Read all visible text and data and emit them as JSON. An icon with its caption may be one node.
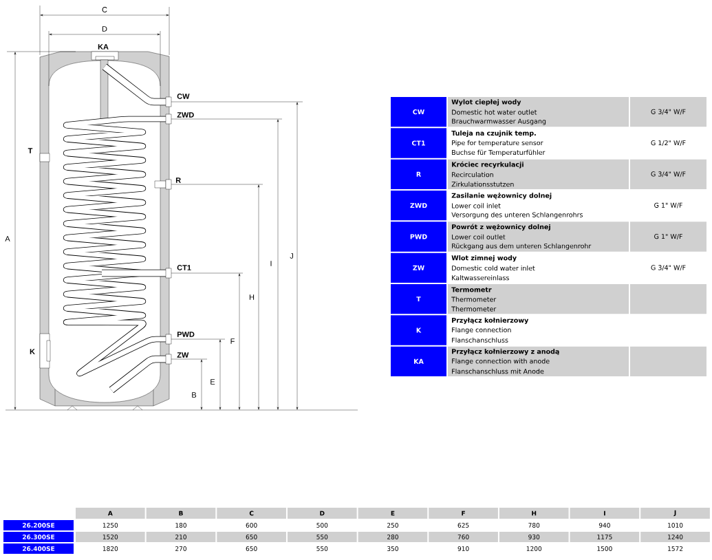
{
  "diagram": {
    "labels": [
      "C",
      "D",
      "KA",
      "CW",
      "ZWD",
      "T",
      "R",
      "A",
      "J",
      "I",
      "CT1",
      "H",
      "PWD",
      "F",
      "K",
      "ZW",
      "E",
      "B",
      "CW",
      "Wylot ciepłej wody",
      "Domestic hot water outlet",
      "Brauchwarmwasser Ausgang",
      "G 3/4\" W/F",
      "CT1",
      "Tuleja na czujnik temp.",
      "Pipe for temperature sensor",
      "Buchse für Temperaturfühler",
      "G 1/2\" W/F",
      "R",
      "Króciec recyrkulacji",
      "Recirculation",
      "Zirkulationsstutzen",
      "G 3/4\" W/F",
      "ZWD",
      "Zasilanie wężownicy dolnej",
      "Lower coil inlet",
      "Versorgung des unteren Schlangenrohrs",
      "G 1\" W/F",
      "PWD",
      "Powrót z wężownicy dolnej",
      "Lower coil outlet",
      "Rückgang aus dem unteren Schlangenrohr",
      "G 1\" W/F",
      "ZW",
      "Wlot zimnej wody",
      "Domestic cold water inlet",
      "Kaltwassereinlass",
      "G 3/4\" W/F",
      "T",
      "Termometr",
      "Thermometer",
      "Thermometer",
      "K",
      "Przyłącz kołnierzowy",
      "Flange connection",
      "Flanschanschluss",
      "KA",
      "Przyłącz kołnierzowy z anodą",
      "Flange connection with anode",
      "Flanschanschluss mit Anode",
      "A",
      "B",
      "C",
      "D",
      "E",
      "F",
      "H",
      "I",
      "J",
      "26.200SE",
      "1250",
      "180",
      "600",
      "500",
      "250",
      "625",
      "780",
      "940",
      "1010",
      "26.300SE",
      "1520",
      "210",
      "650",
      "550",
      "280",
      "760",
      "930",
      "1175",
      "1240",
      "26.400SE",
      "1820",
      "270",
      "650",
      "550",
      "350",
      "910",
      "1200",
      "1500",
      "1572"
    ]
  }
}
